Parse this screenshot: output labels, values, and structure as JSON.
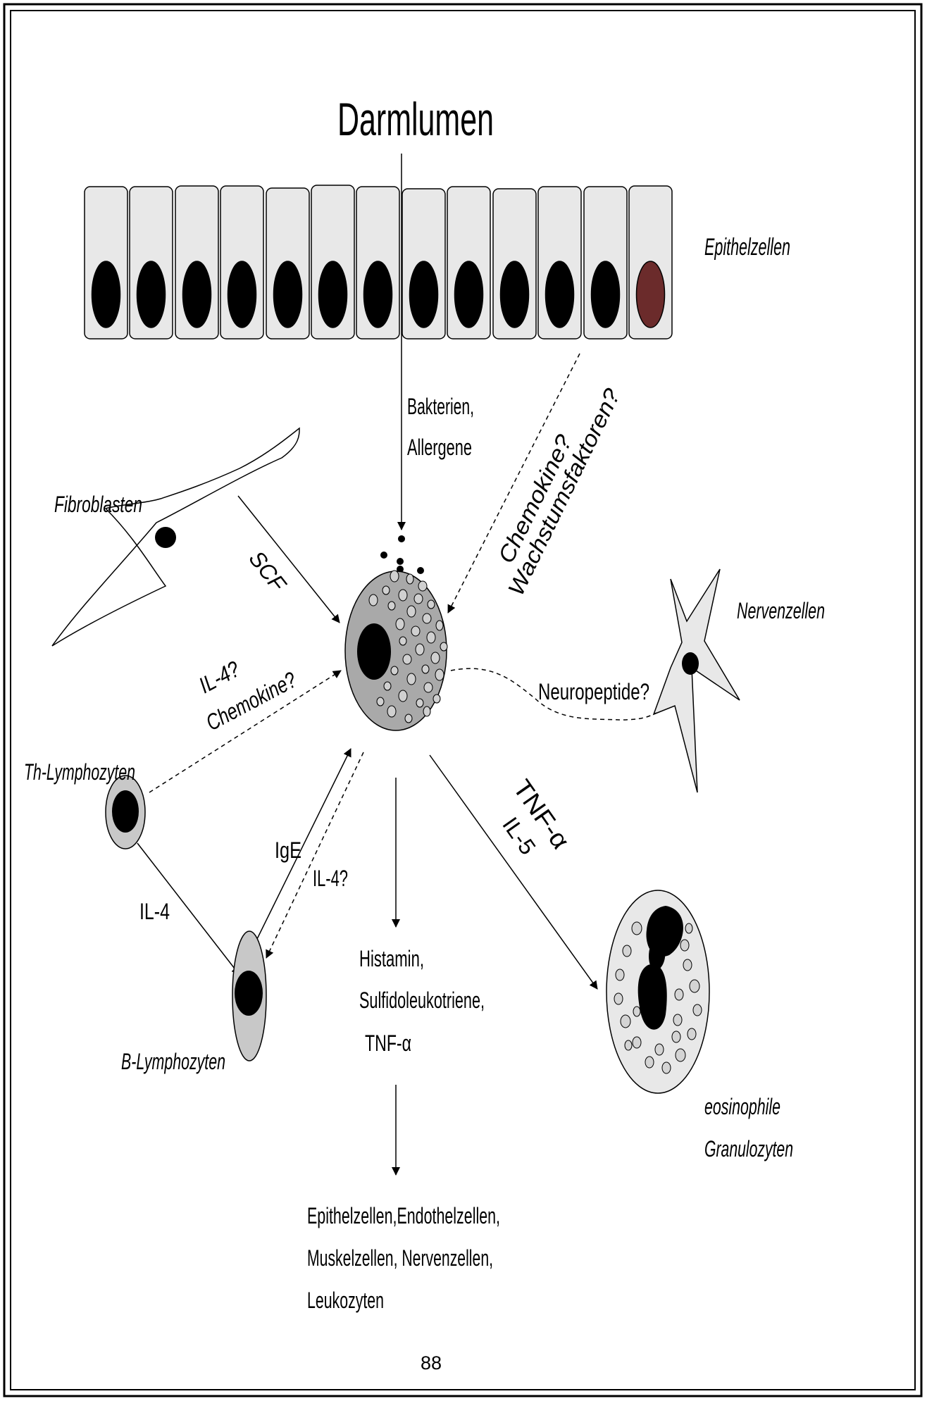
{
  "title": "Darmlumen",
  "labels": {
    "epithelzellen": "Epithelzellen",
    "fibroblasten": "Fibroblasten",
    "nervenzellen": "Nervenzellen",
    "th_lymphozyten": "Th-Lymphozyten",
    "b_lymphozyten": "B-Lymphozyten",
    "eosinophile_line1": "eosinophile",
    "eosinophile_line2": "Granulozyten"
  },
  "signals": {
    "bakterien_line1": "Bakterien,",
    "bakterien_line2": "Allergene",
    "chemokine_q": "Chemokine?",
    "wachstumsfaktoren_q": "Wachstumsfaktoren?",
    "scf": "SCF",
    "il4_q": "IL-4?",
    "chemokine_q2": "Chemokine?",
    "neuropeptide_q": "Neuropeptide?",
    "tnf_alpha": "TNF-α",
    "il5": "IL-5",
    "ige": "IgE",
    "il4_q2": "IL-4?",
    "il4": "IL-4"
  },
  "mediators": {
    "line1": "Histamin,",
    "line2": "Sulfidoleukotriene,",
    "line3": "TNF-α"
  },
  "targets": {
    "line1": "Epithelzellen,Endothelzellen,",
    "line2": "Muskelzellen, Nervenzellen,",
    "line3": "Leukozyten"
  },
  "page_number": "88",
  "colors": {
    "cell_fill": "#e8e8e8",
    "mast_cell_fill": "#a9a9a9",
    "granule_fill": "#d0d0d0",
    "nucleus": "#000000",
    "special_nucleus": "#6b2b2b"
  }
}
